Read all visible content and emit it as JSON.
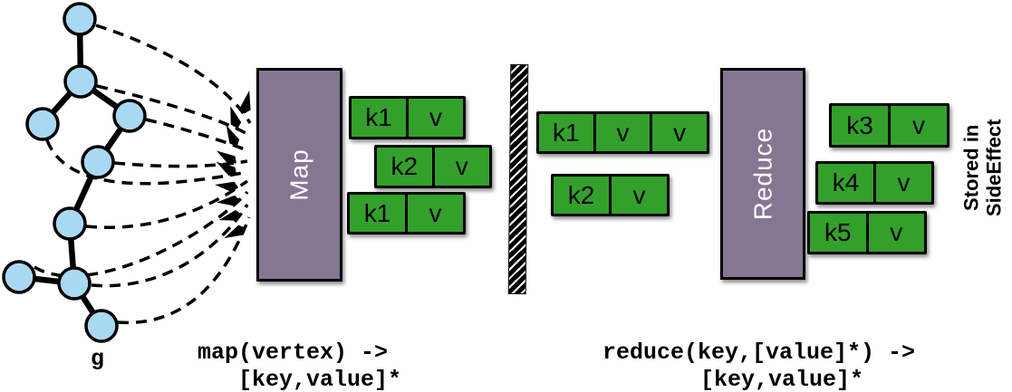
{
  "labels": {
    "graph": "g",
    "map_stage": "Map",
    "reduce_stage": "Reduce",
    "side_note_line1": "Stored in",
    "side_note_line2": "SideEffect",
    "map_fn_line1": "map(vertex) ->",
    "map_fn_line2": "[key,value]*",
    "reduce_fn_line1": "reduce(key,[value]*) ->",
    "reduce_fn_line2": "[key,value]*"
  },
  "colors": {
    "node_fill": "#a9d8f2",
    "stage_fill": "#857793",
    "kv_fill": "#33a02c",
    "outline": "#000000"
  },
  "kv_boxes": {
    "map_output": [
      {
        "cells": [
          "k1",
          "v"
        ]
      },
      {
        "cells": [
          "k2",
          "v"
        ]
      },
      {
        "cells": [
          "k1",
          "v"
        ]
      }
    ],
    "shuffle_output": [
      {
        "cells": [
          "k1",
          "v",
          "v"
        ]
      },
      {
        "cells": [
          "k2",
          "v"
        ]
      }
    ],
    "reduce_output": [
      {
        "cells": [
          "k3",
          "v"
        ]
      },
      {
        "cells": [
          "k4",
          "v"
        ]
      },
      {
        "cells": [
          "k5",
          "v"
        ]
      }
    ]
  }
}
